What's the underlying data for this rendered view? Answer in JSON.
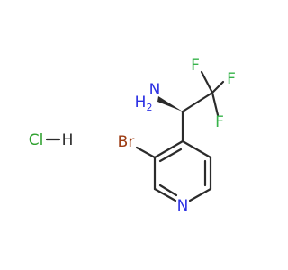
{
  "molecule": {
    "salt": {
      "cl_label": "Cl",
      "h_label": "H"
    },
    "atoms": {
      "amine_n": "N",
      "amine_h2": "H",
      "amine_subscript": "2",
      "fluorine_top": "F",
      "fluorine_right": "F",
      "fluorine_bottom": "F",
      "bromine": "Br",
      "ring_n": "N"
    },
    "colors": {
      "bond": "#2b2b2b",
      "nitrogen": "#2b30e3",
      "fluorine": "#36b34a",
      "chlorine": "#2ea12e",
      "bromine": "#9c3b12"
    }
  }
}
